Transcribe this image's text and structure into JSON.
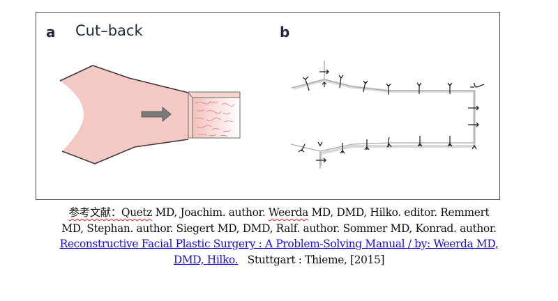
{
  "figure": {
    "panel_a": {
      "label": "a",
      "title": "Cut–back"
    },
    "panel_b": {
      "label": "b"
    },
    "colors": {
      "flap_fill": "#f5c9c3",
      "flap_edge": "#3a3a3a",
      "arrow": "#7a7a7a",
      "suture": "#222222",
      "incision": "#b0b0b0"
    }
  },
  "citation": {
    "prefix": "参考文献：",
    "line1_a": "Quetz",
    "line1_b": " MD, Joachim. author. ",
    "line1_c": "Weerda",
    "line1_d": " MD, DMD, Hilko. editor. Remmert",
    "line2": "MD, Stephan. author. Siegert MD, DMD, Ralf. author. Sommer MD, Konrad. author.",
    "link_line1": "Reconstructive Facial Plastic Surgery : A Problem-Solving Manual / by: Weerda MD,",
    "link_line2": "DMD, Hilko.",
    "publisher": "   Stuttgart : Thieme, [2015]"
  }
}
